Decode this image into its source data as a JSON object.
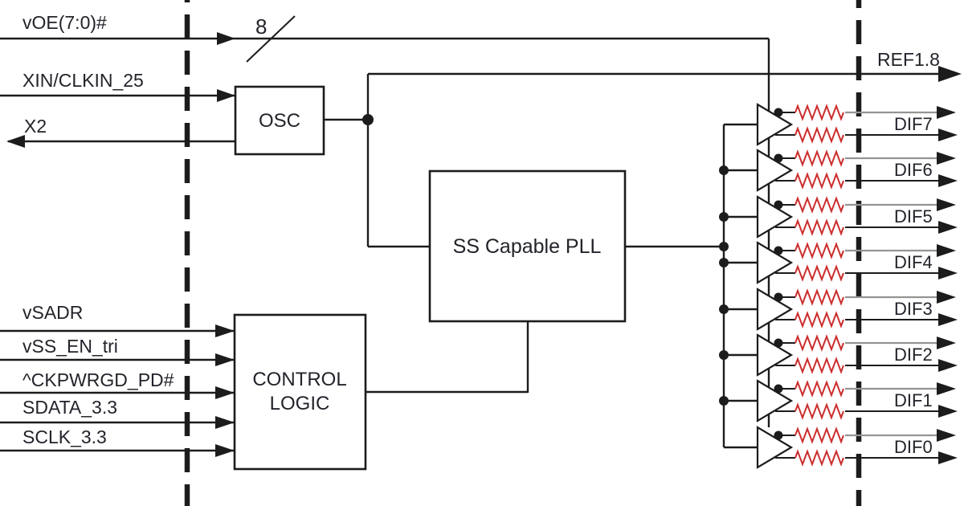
{
  "diagram": {
    "title": "clock-generator-block-diagram",
    "inputs": {
      "voe": {
        "label": "vOE(7:0)#",
        "bus_width": "8"
      },
      "xin": {
        "label": "XIN/CLKIN_25"
      },
      "x2": {
        "label": "X2"
      },
      "control": [
        "vSADR",
        "vSS_EN_tri",
        "^CKPWRGD_PD#",
        "SDATA_3.3",
        "SCLK_3.3"
      ]
    },
    "blocks": {
      "osc": "OSC",
      "pll": "SS Capable PLL",
      "control_logic_line1": "CONTROL",
      "control_logic_line2": "LOGIC"
    },
    "outputs": {
      "ref": "REF1.8",
      "dif_channels": [
        "DIF7",
        "DIF6",
        "DIF5",
        "DIF4",
        "DIF3",
        "DIF2",
        "DIF1",
        "DIF0"
      ]
    },
    "colors": {
      "line": "#1c1c1c",
      "resistor": "#cc2e2e",
      "gray_line": "#949494",
      "text": "#23232b",
      "background": "#ffffff"
    }
  }
}
